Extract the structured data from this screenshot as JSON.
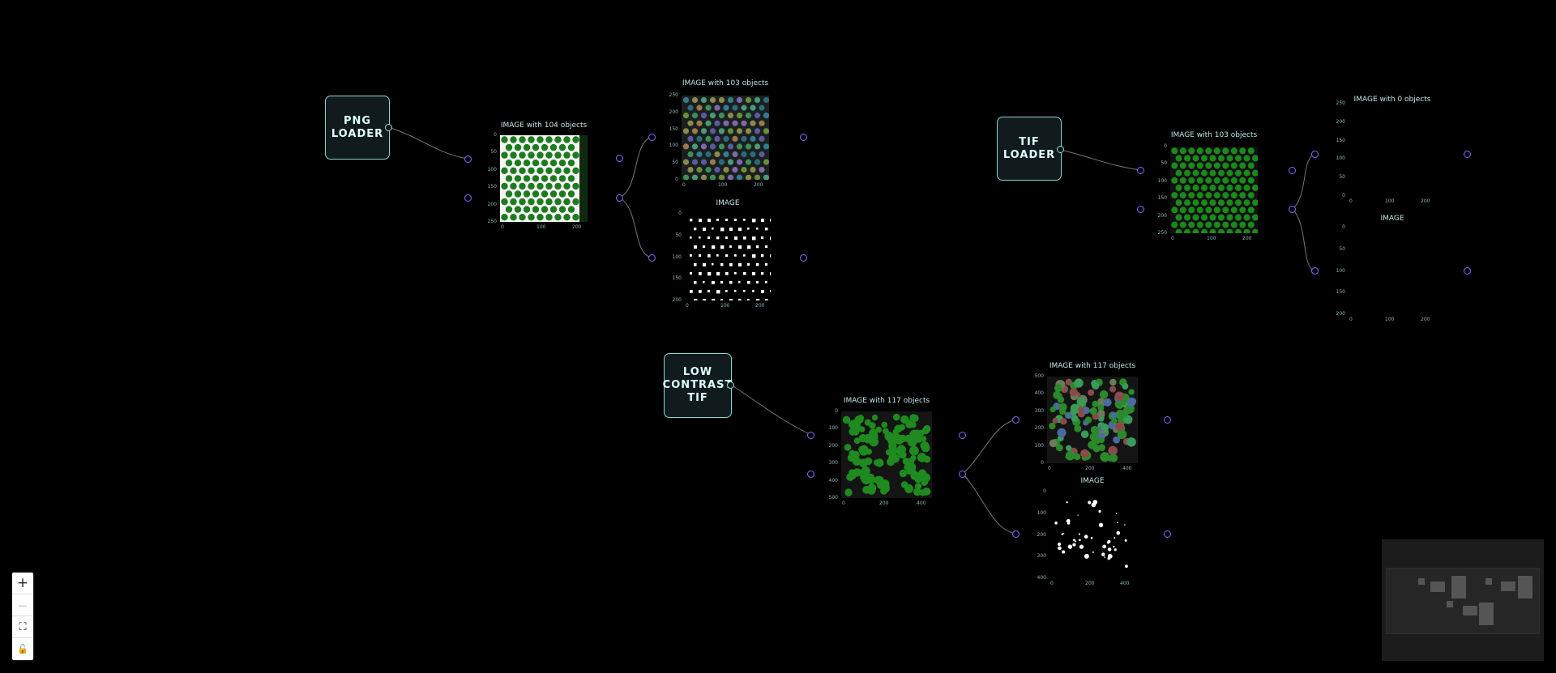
{
  "app": "Node graph image processing canvas",
  "loaders": [
    {
      "id": "png",
      "label": "PNG\nLOADER"
    },
    {
      "id": "tif",
      "label": "TIF\nLOADER"
    },
    {
      "id": "lowc",
      "label": "LOW\nCONTRAST\nTIF"
    }
  ],
  "plots": {
    "png_input": {
      "title": "IMAGE with 104 objects",
      "yticks": [
        "0",
        "50",
        "100",
        "150",
        "200",
        "250"
      ],
      "xticks": [
        "0",
        "100",
        "200"
      ]
    },
    "png_labels": {
      "title": "IMAGE with 103 objects",
      "yticks": [
        "250",
        "200",
        "150",
        "100",
        "50",
        "0"
      ],
      "xticks": [
        "0",
        "100",
        "200"
      ]
    },
    "png_mask": {
      "title": "IMAGE",
      "yticks": [
        "0",
        "50",
        "100",
        "150",
        "200"
      ],
      "xticks": [
        "0",
        "100",
        "200"
      ]
    },
    "tif_input": {
      "title": "IMAGE with 103 objects",
      "yticks": [
        "0",
        "50",
        "100",
        "150",
        "200",
        "250"
      ],
      "xticks": [
        "0",
        "100",
        "200"
      ]
    },
    "tif_labels": {
      "title": "IMAGE with 0 objects",
      "yticks": [
        "250",
        "200",
        "150",
        "100",
        "50",
        "0"
      ],
      "xticks": [
        "0",
        "100",
        "200"
      ]
    },
    "tif_mask": {
      "title": "IMAGE",
      "yticks": [
        "0",
        "50",
        "100",
        "150",
        "200"
      ],
      "xticks": [
        "0",
        "100",
        "200"
      ]
    },
    "lowc_input": {
      "title": "IMAGE with 117 objects",
      "yticks": [
        "0",
        "100",
        "200",
        "300",
        "400",
        "500"
      ],
      "xticks": [
        "0",
        "200",
        "400"
      ]
    },
    "lowc_labels": {
      "title": "IMAGE with 117 objects",
      "yticks": [
        "500",
        "400",
        "300",
        "200",
        "100",
        "0"
      ],
      "xticks": [
        "0",
        "200",
        "400"
      ]
    },
    "lowc_mask": {
      "title": "IMAGE",
      "yticks": [
        "0",
        "100",
        "200",
        "300",
        "400"
      ],
      "xticks": [
        "0",
        "200",
        "400"
      ]
    }
  },
  "zoom_controls": [
    {
      "name": "zoom-in-button",
      "glyph": "+"
    },
    {
      "name": "zoom-out-button",
      "glyph": "—"
    },
    {
      "name": "fit-view-button",
      "glyph": "⛶"
    },
    {
      "name": "lock-button",
      "glyph": "🔓"
    }
  ],
  "colors": {
    "accent": "#7f6dff",
    "node_border": "#8fd3d3",
    "edge": "#6a6a6a",
    "green": "#1f8a1f"
  }
}
